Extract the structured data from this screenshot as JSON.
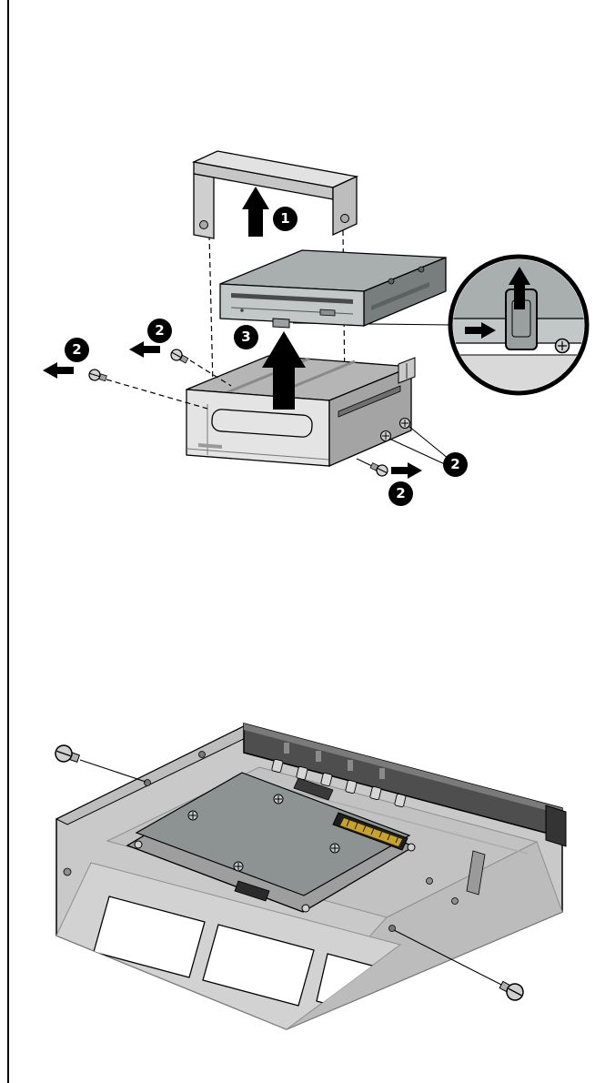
{
  "page": {
    "kind": "hardware-service-manual-illustration-page",
    "background": "#ffffff",
    "rule_color": "#000000"
  },
  "figure_top": {
    "name": "drive-bracket-removal-exploded-view",
    "callouts": [
      {
        "label": "1",
        "target": "bracket-lift-arrow"
      },
      {
        "label": "2",
        "target": "left-guide-screw-upper"
      },
      {
        "label": "2",
        "target": "left-guide-screw-lower"
      },
      {
        "label": "3",
        "target": "drive-lift-arrow"
      },
      {
        "label": "2",
        "target": "right-guide-screws"
      },
      {
        "label": "2",
        "target": "front-guide-screw"
      }
    ]
  },
  "figure_bottom": {
    "name": "drive-adapter-cage-screw-installation",
    "callouts": []
  },
  "colors": {
    "callout_bg": "#000000",
    "callout_fg": "#ffffff",
    "line": "#000000",
    "metal_light": "#d9d9d9",
    "metal_mid": "#b5b5b5",
    "metal_dark": "#4e4e4e",
    "connector_gold": "#c9a227"
  }
}
